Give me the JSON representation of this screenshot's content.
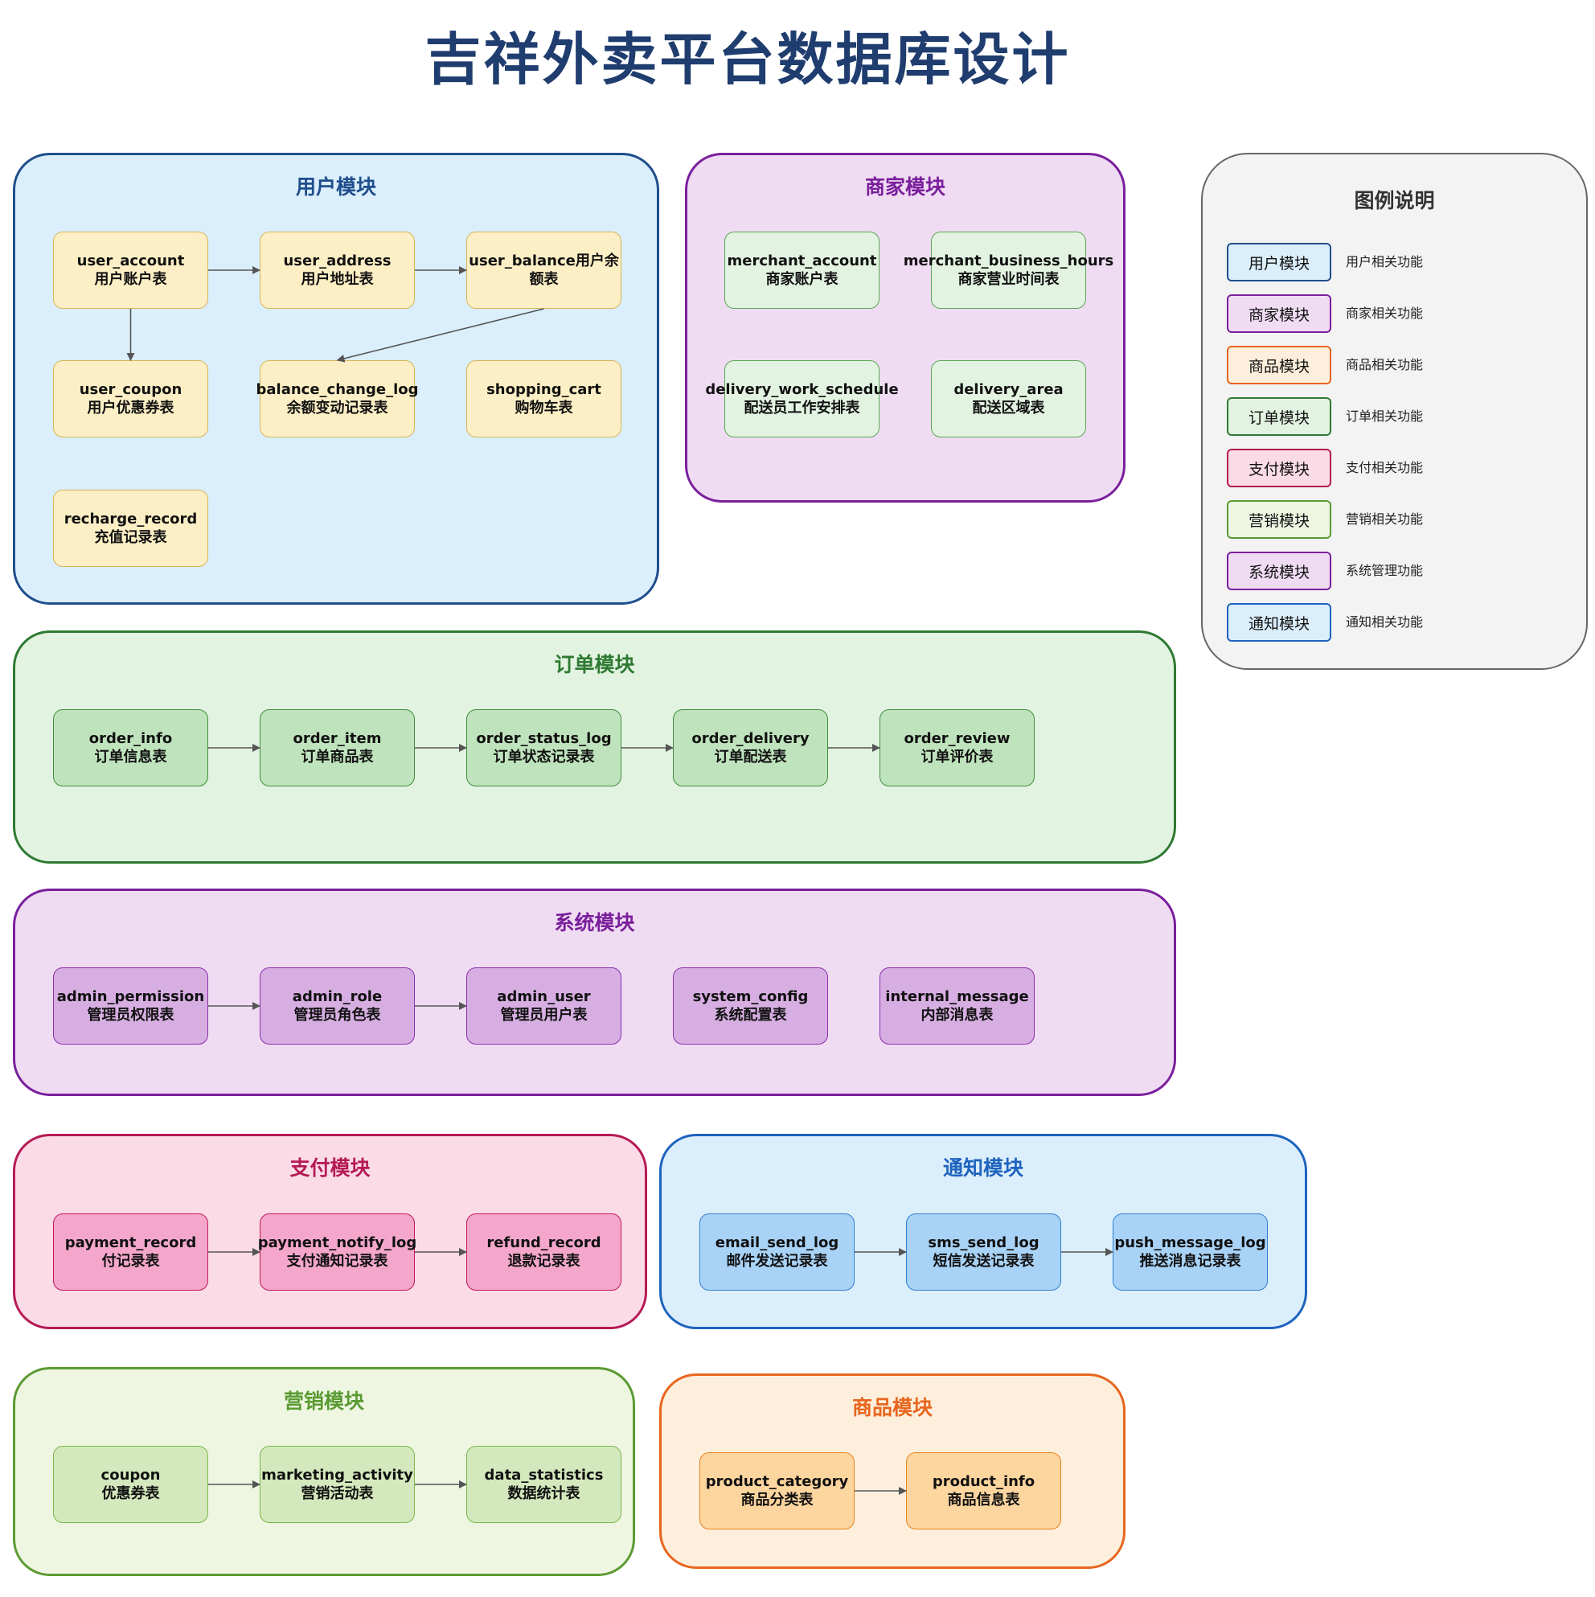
{
  "title": "吉祥外卖平台数据库设计",
  "modules": {
    "user": {
      "title": "用户模块",
      "tables": [
        {
          "name": "user_account",
          "desc": "用户账户表"
        },
        {
          "name": "user_address",
          "desc": "用户地址表"
        },
        {
          "name": "user_balance用户余",
          "desc": "额表"
        },
        {
          "name": "user_coupon",
          "desc": "用户优惠券表"
        },
        {
          "name": "balance_change_log",
          "desc": "余额变动记录表"
        },
        {
          "name": "shopping_cart",
          "desc": "购物车表"
        },
        {
          "name": "recharge_record",
          "desc": "充值记录表"
        }
      ]
    },
    "merchant": {
      "title": "商家模块",
      "tables": [
        {
          "name": "merchant_account",
          "desc": "商家账户表"
        },
        {
          "name": "merchant_business_hours",
          "desc": "商家营业时间表"
        },
        {
          "name": "delivery_work_schedule",
          "desc": "配送员工作安排表"
        },
        {
          "name": "delivery_area",
          "desc": "配送区域表"
        }
      ]
    },
    "order": {
      "title": "订单模块",
      "tables": [
        {
          "name": "order_info",
          "desc": "订单信息表"
        },
        {
          "name": "order_item",
          "desc": "订单商品表"
        },
        {
          "name": "order_status_log",
          "desc": "订单状态记录表"
        },
        {
          "name": "order_delivery",
          "desc": "订单配送表"
        },
        {
          "name": "order_review",
          "desc": "订单评价表"
        }
      ]
    },
    "system": {
      "title": "系统模块",
      "tables": [
        {
          "name": "admin_permission",
          "desc": "管理员权限表"
        },
        {
          "name": "admin_role",
          "desc": "管理员角色表"
        },
        {
          "name": "admin_user",
          "desc": "管理员用户表"
        },
        {
          "name": "system_config",
          "desc": "系统配置表"
        },
        {
          "name": "internal_message",
          "desc": "内部消息表"
        }
      ]
    },
    "payment": {
      "title": "支付模块",
      "tables": [
        {
          "name": "payment_record",
          "desc": "付记录表"
        },
        {
          "name": "payment_notify_log",
          "desc": "支付通知记录表"
        },
        {
          "name": "refund_record",
          "desc": "退款记录表"
        }
      ]
    },
    "notify": {
      "title": "通知模块",
      "tables": [
        {
          "name": "email_send_log",
          "desc": "邮件发送记录表"
        },
        {
          "name": "sms_send_log",
          "desc": "短信发送记录表"
        },
        {
          "name": "push_message_log",
          "desc": "推送消息记录表"
        }
      ]
    },
    "marketing": {
      "title": "营销模块",
      "tables": [
        {
          "name": "coupon",
          "desc": "优惠券表"
        },
        {
          "name": "marketing_activity",
          "desc": "营销活动表"
        },
        {
          "name": "data_statistics",
          "desc": "数据统计表"
        }
      ]
    },
    "product": {
      "title": "商品模块",
      "tables": [
        {
          "name": "product_category",
          "desc": "商品分类表"
        },
        {
          "name": "product_info",
          "desc": "商品信息表"
        }
      ]
    }
  },
  "relations": [
    {
      "from": "user_account",
      "to": "user_address"
    },
    {
      "from": "user_address",
      "to": "user_balance"
    },
    {
      "from": "user_account",
      "to": "user_coupon"
    },
    {
      "from": "user_balance",
      "to": "balance_change_log"
    },
    {
      "from": "order_info",
      "to": "order_item"
    },
    {
      "from": "order_item",
      "to": "order_status_log"
    },
    {
      "from": "order_status_log",
      "to": "order_delivery"
    },
    {
      "from": "order_delivery",
      "to": "order_review"
    },
    {
      "from": "admin_permission",
      "to": "admin_role"
    },
    {
      "from": "admin_role",
      "to": "admin_user"
    },
    {
      "from": "payment_record",
      "to": "payment_notify_log"
    },
    {
      "from": "payment_notify_log",
      "to": "refund_record"
    },
    {
      "from": "email_send_log",
      "to": "sms_send_log"
    },
    {
      "from": "sms_send_log",
      "to": "push_message_log"
    },
    {
      "from": "coupon",
      "to": "marketing_activity"
    },
    {
      "from": "marketing_activity",
      "to": "data_statistics"
    },
    {
      "from": "product_category",
      "to": "product_info"
    }
  ],
  "legend": {
    "title": "图例说明",
    "items": [
      {
        "label": "用户模块",
        "desc": "用户相关功能",
        "fill": "#dbeefb",
        "stroke": "#1f4e8c"
      },
      {
        "label": "商家模块",
        "desc": "商家相关功能",
        "fill": "#efdcf3",
        "stroke": "#7a1f9c"
      },
      {
        "label": "商品模块",
        "desc": "商品相关功能",
        "fill": "#fdefdb",
        "stroke": "#e8651f"
      },
      {
        "label": "订单模块",
        "desc": "订单相关功能",
        "fill": "#e3f3e2",
        "stroke": "#2e7a32"
      },
      {
        "label": "支付模块",
        "desc": "支付相关功能",
        "fill": "#fadbe6",
        "stroke": "#b51a55"
      },
      {
        "label": "营销模块",
        "desc": "营销相关功能",
        "fill": "#eef6e2",
        "stroke": "#5b9a32"
      },
      {
        "label": "系统模块",
        "desc": "系统管理功能",
        "fill": "#efdcf3",
        "stroke": "#7a1f9c"
      },
      {
        "label": "通知模块",
        "desc": "通知相关功能",
        "fill": "#dbeefb",
        "stroke": "#1e63bf"
      }
    ]
  }
}
